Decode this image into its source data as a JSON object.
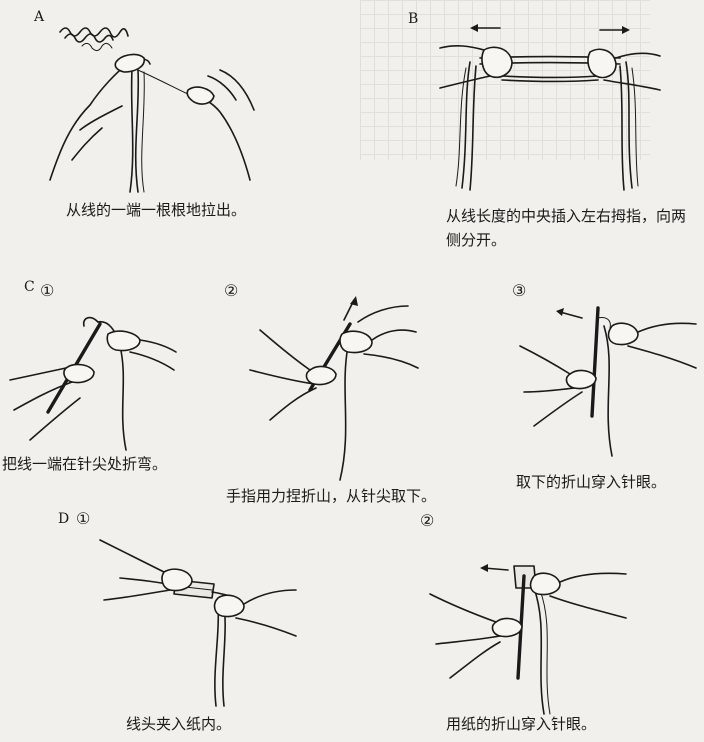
{
  "panels": {
    "a": {
      "letter": "A",
      "caption": "从线的一端一根根地拉出。"
    },
    "b": {
      "letter": "B",
      "caption": "从线长度的中央插入左右拇指，向两侧分开。"
    },
    "c": {
      "letter": "C",
      "steps": [
        {
          "num": "①",
          "caption": "把线一端在针尖处折弯。"
        },
        {
          "num": "②",
          "caption": "手指用力捏折山，从针尖取下。"
        },
        {
          "num": "③",
          "caption": "取下的折山穿入针眼。"
        }
      ]
    },
    "d": {
      "letter": "D",
      "steps": [
        {
          "num": "①",
          "caption": "线头夹入纸内。"
        },
        {
          "num": "②",
          "caption": "用纸的折山穿入针眼。"
        }
      ]
    }
  }
}
